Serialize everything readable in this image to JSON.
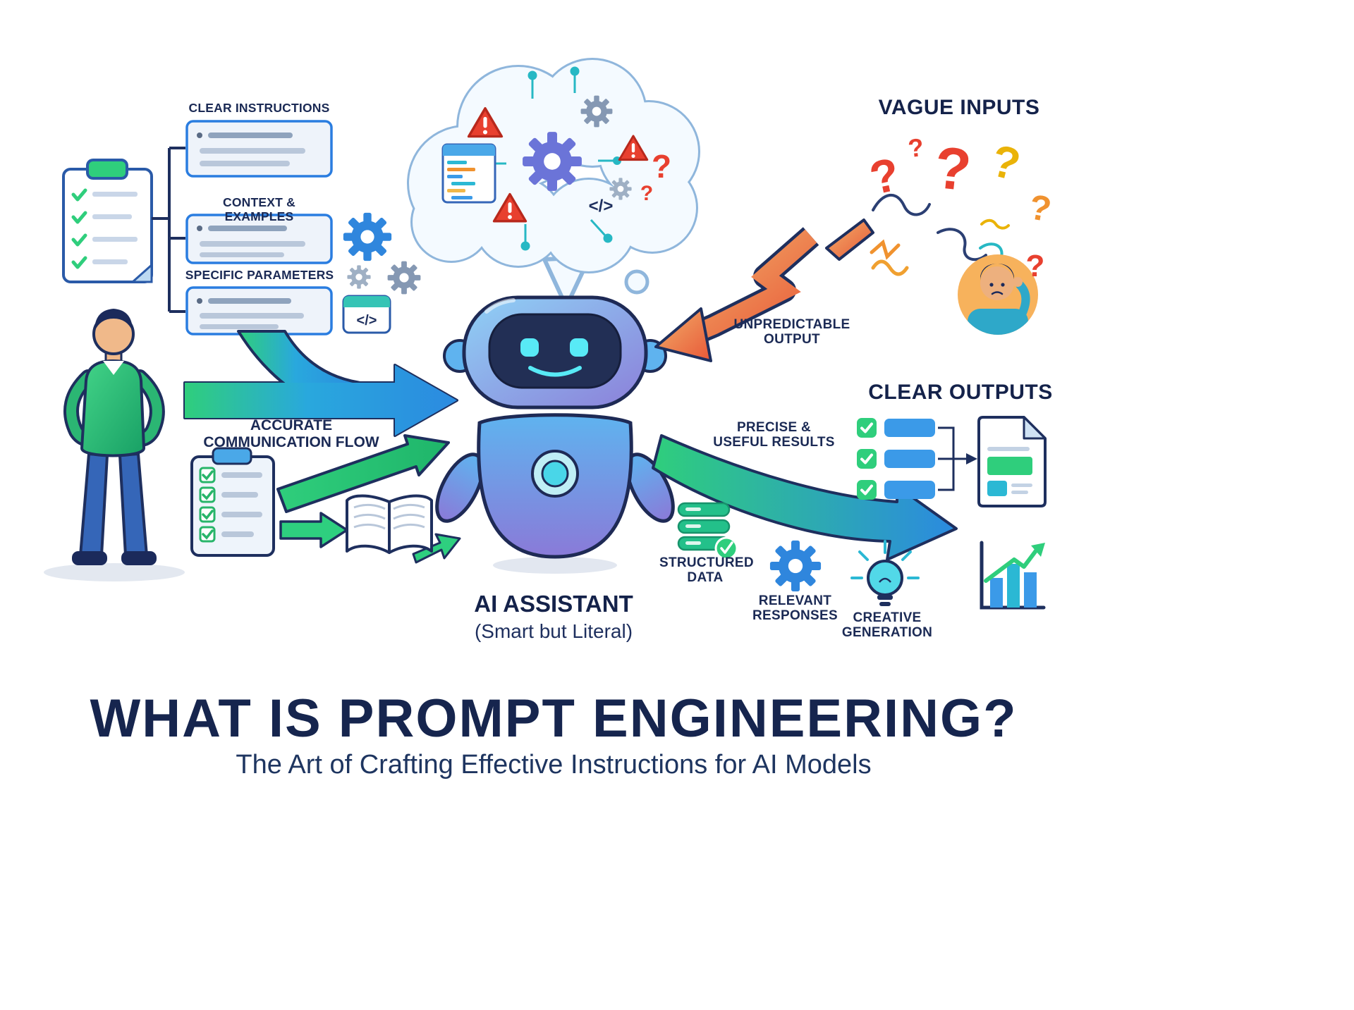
{
  "prompt_panel": {
    "boxes": [
      {
        "label": "CLEAR INSTRUCTIONS"
      },
      {
        "label": "CONTEXT & EXAMPLES"
      },
      {
        "label": "SPECIFIC PARAMETERS"
      }
    ]
  },
  "flows": {
    "accurate": "ACCURATE COMMUNICATION FLOW",
    "unpredictable": "UNPREDICTABLE OUTPUT",
    "precise": "PRECISE & USEFUL RESULTS"
  },
  "sections": {
    "vague_inputs": "VAGUE INPUTS",
    "clear_outputs": "CLEAR OUTPUTS"
  },
  "robot": {
    "name": "AI ASSISTANT",
    "tagline": "(Smart but Literal)"
  },
  "outputs": [
    {
      "label": "STRUCTURED DATA"
    },
    {
      "label": "RELEVANT RESPONSES"
    },
    {
      "label": "CREATIVE GENERATION"
    }
  ],
  "footer": {
    "title": "WHAT IS PROMPT ENGINEERING?",
    "subtitle": "The Art of Crafting Effective Instructions for AI Models"
  },
  "glyphs": {
    "code_tag": "</>",
    "question_mark": "?"
  },
  "icons": {
    "left": [
      "clipboard-icon",
      "gear-icon",
      "code-window-icon",
      "person-standing-icon",
      "checklist-icon",
      "open-book-icon"
    ],
    "center": [
      "thought-cloud-icon",
      "warning-triangle-icon",
      "robot-icon"
    ],
    "right": [
      "question-marks-icon",
      "confused-person-icon",
      "checklist-rows-icon",
      "document-icon",
      "bar-chart-icon",
      "database-icon",
      "gear-icon",
      "lightbulb-icon"
    ]
  },
  "colors": {
    "navy": "#1b2a55",
    "outline": "#1e2f5e",
    "green": "#2fce7c",
    "blue": "#2b8ae0",
    "teal": "#2bb8d4",
    "purple": "#8a7ad8",
    "red": "#e8402f",
    "orange": "#f0922f",
    "yellow": "#eab308"
  }
}
